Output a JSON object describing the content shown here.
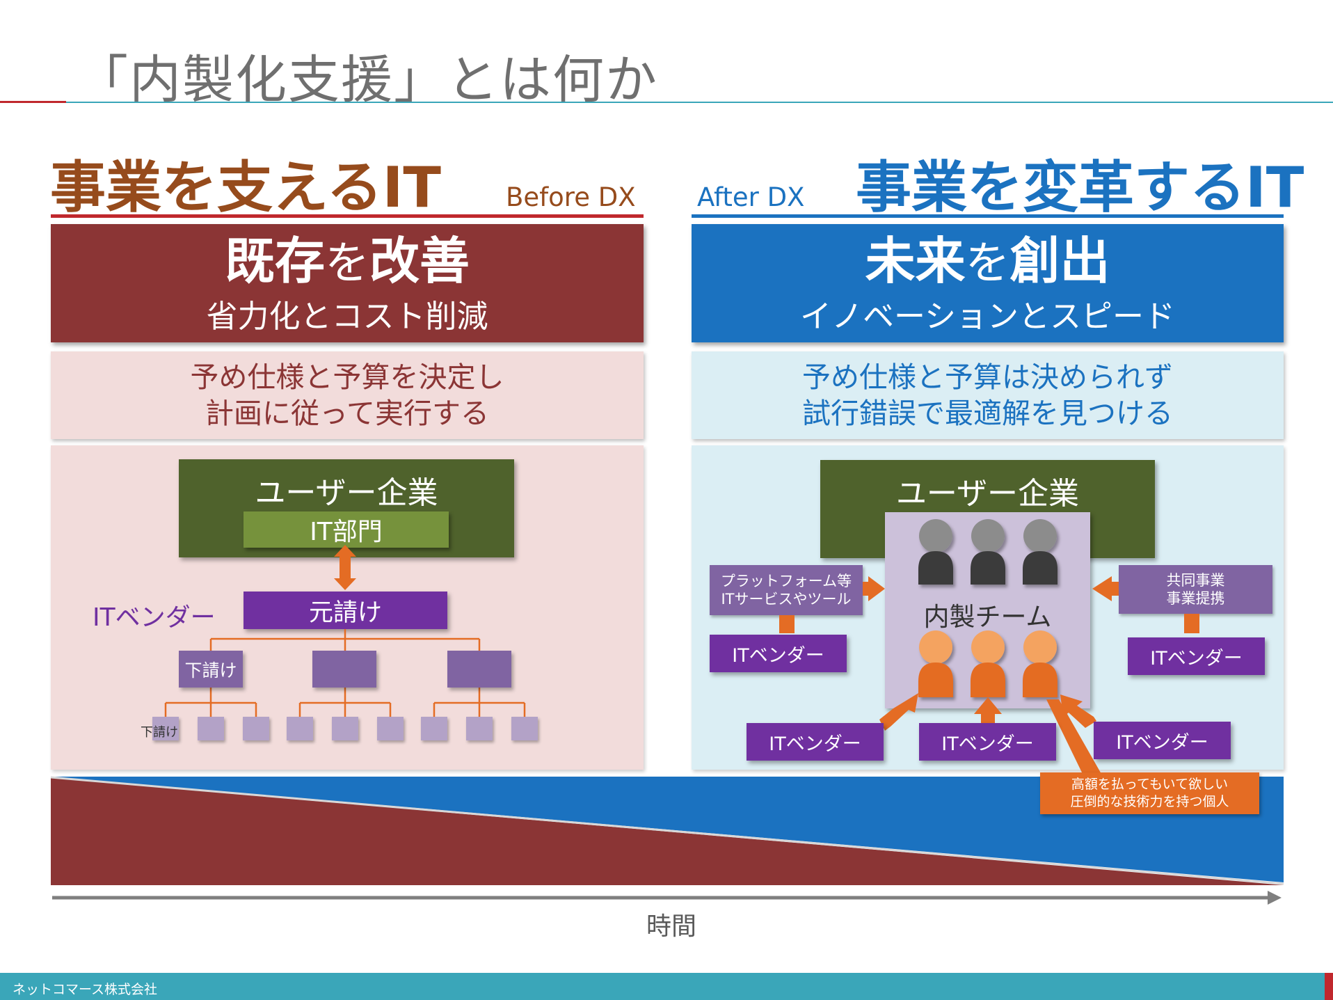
{
  "page": {
    "title": "「内製化支援」とは何か",
    "footer": "ネットコマース株式会社"
  },
  "colors": {
    "before_accent": "#964b1c",
    "before_dark": "#8b3535",
    "after_accent": "#1b72c0",
    "vendor_purple": "#7030a0",
    "team_orange": "#e46c24",
    "green_dark": "#4f622c",
    "green_light": "#76923c",
    "footer_teal": "#3aa6b9"
  },
  "left": {
    "heading": "事業を支えるIT",
    "tag": "Before DX",
    "box_title_a": "既存",
    "box_title_b": "を",
    "box_title_c": "改善",
    "box_subtitle": "省力化とコスト削減",
    "desc_line1": "予め仕様と予算を決定し",
    "desc_line2": "計画に従って実行する",
    "diagram": {
      "user_company": "ユーザー企業",
      "it_dept": "IT部門",
      "it_vendor_label": "ITベンダー",
      "prime": "元請け",
      "sub1": "下請け",
      "sub2": "下請け"
    }
  },
  "right": {
    "heading": "事業を変革するIT",
    "tag": "After DX",
    "box_title_a": "未来",
    "box_title_b": "を",
    "box_title_c": "創出",
    "box_subtitle": "イノベーションとスピード",
    "desc_line1": "予め仕様と予算は決められず",
    "desc_line2": "試行錯誤で最適解を見つける",
    "diagram": {
      "user_company": "ユーザー企業",
      "team": "内製チーム",
      "platform_line1": "プラットフォーム等",
      "platform_line2": "ITサービスやツール",
      "joint_line1": "共同事業",
      "joint_line2": "事業提携",
      "vendor_a": "ITベンダー",
      "vendor_b": "ITベンダー",
      "vendor_c": "ITベンダー",
      "vendor_d": "ITベンダー",
      "vendor_e": "ITベンダー",
      "callout_line1": "高額を払ってもいて欲しい",
      "callout_line2": "圧倒的な技術力を持つ個人"
    }
  },
  "timeline": {
    "label": "時間"
  }
}
